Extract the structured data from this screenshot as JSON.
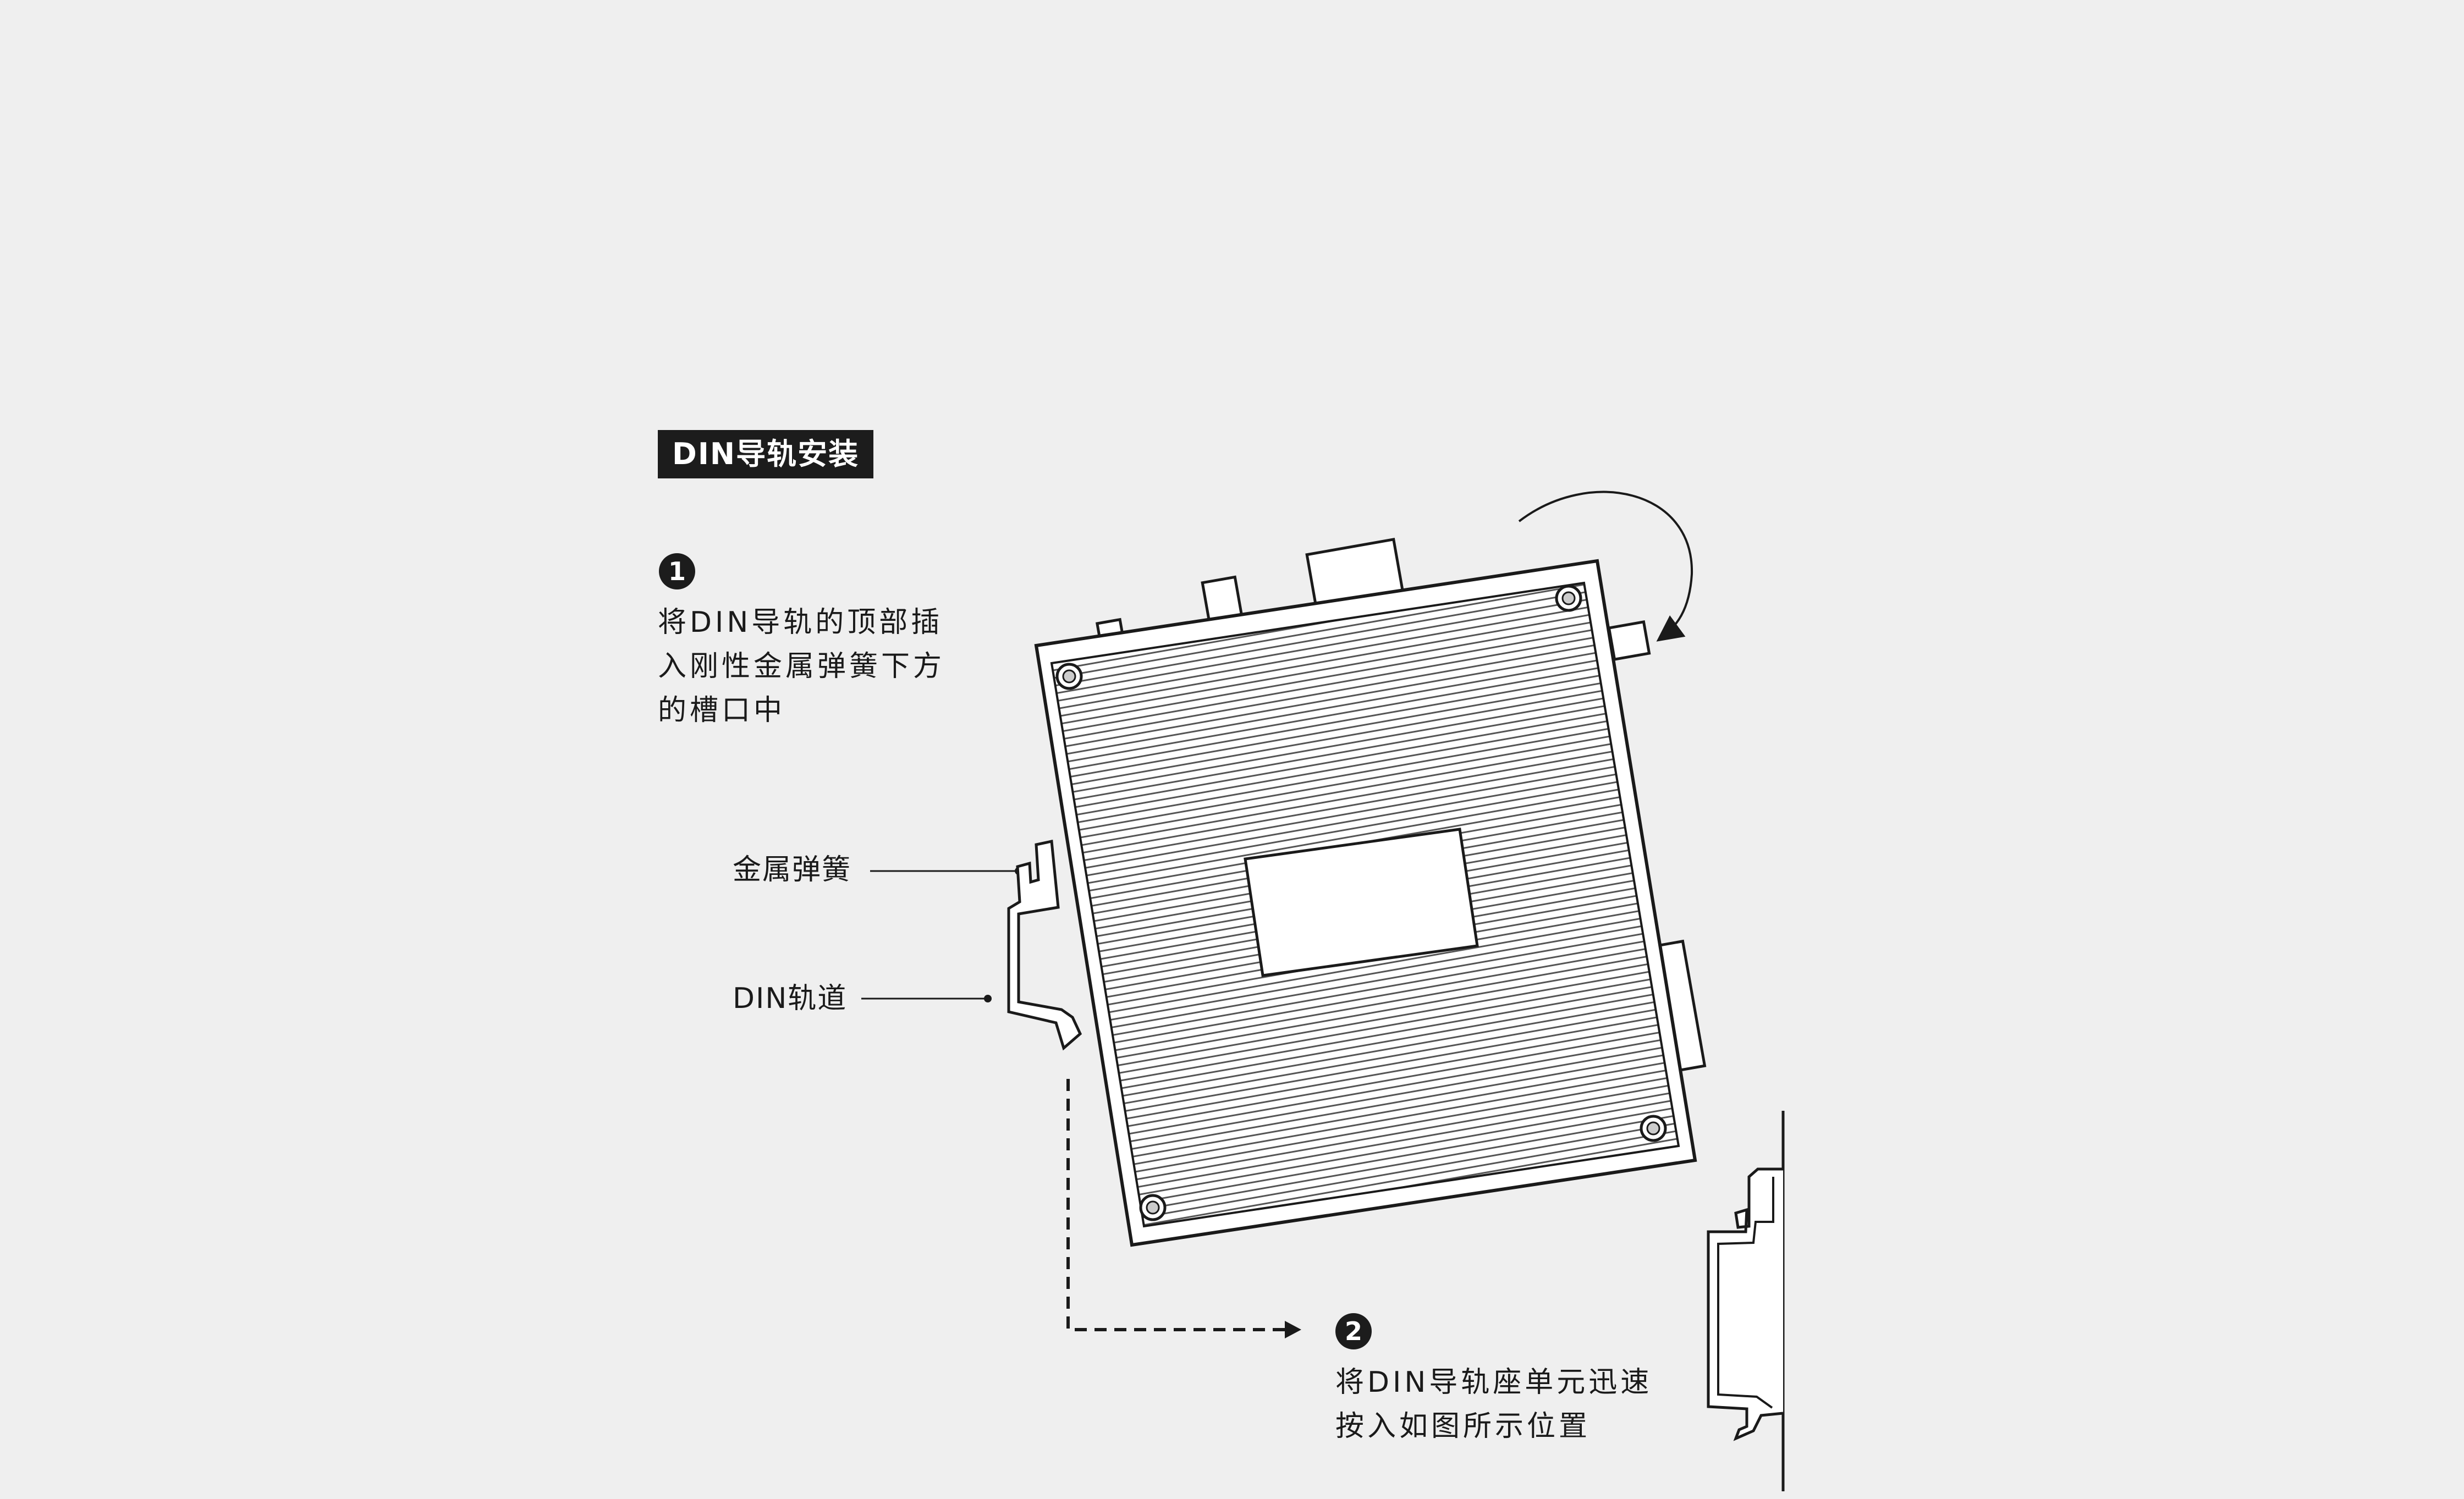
{
  "title": "DIN导轨安装",
  "steps": [
    {
      "number": "1",
      "text": "将DIN导轨的顶部插\n入刚性金属弹簧下方\n的槽口中"
    },
    {
      "number": "2",
      "text": "将DIN导轨座单元迅速\n按入如图所示位置"
    }
  ],
  "labels": {
    "spring": "金属弹簧",
    "rail": "DIN轨道"
  },
  "icons": {
    "rotate_arrow": "rotate-arrow-icon",
    "dashed_arrow": "dashed-arrow-icon"
  },
  "colors": {
    "line": "#1a1a1a",
    "background": "#efefef",
    "badge": "#1c1c1c"
  }
}
